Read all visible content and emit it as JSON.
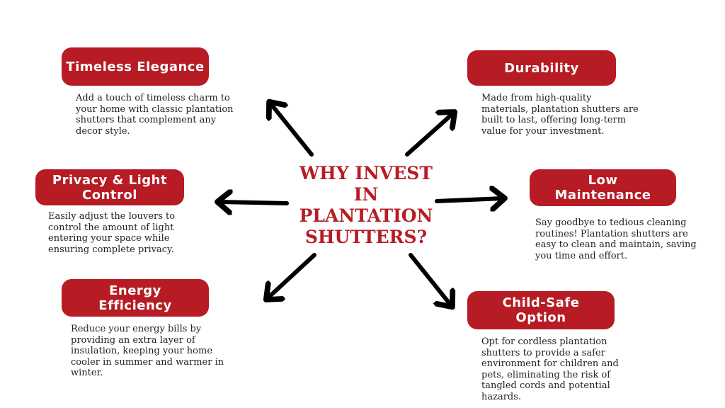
{
  "title": "WHY INVEST IN PLANTATION SHUTTERS?",
  "accent_color": "#b71c24",
  "benefits": [
    {
      "label": "Timeless Elegance",
      "text": "Add a touch of timeless charm to your home with classic plantation shutters that complement any decor style."
    },
    {
      "label": "Durability",
      "text": "Made from high-quality materials, plantation shutters are built to last, offering long-term value for your investment."
    },
    {
      "label": "Privacy & Light Control",
      "text": "Easily adjust the louvers to control the amount of light entering your space while ensuring complete privacy."
    },
    {
      "label": "Low Maintenance",
      "text": "Say goodbye to tedious cleaning routines! Plantation shutters are easy to clean and maintain, saving you time and effort."
    },
    {
      "label": "Energy Efficiency",
      "text": "Reduce your energy bills by providing an extra layer of insulation, keeping your home cooler in summer and warmer in winter."
    },
    {
      "label": "Child-Safe Option",
      "text": "Opt for cordless plantation shutters to provide a safer environment for children and pets, eliminating the risk of tangled cords and potential hazards."
    }
  ]
}
